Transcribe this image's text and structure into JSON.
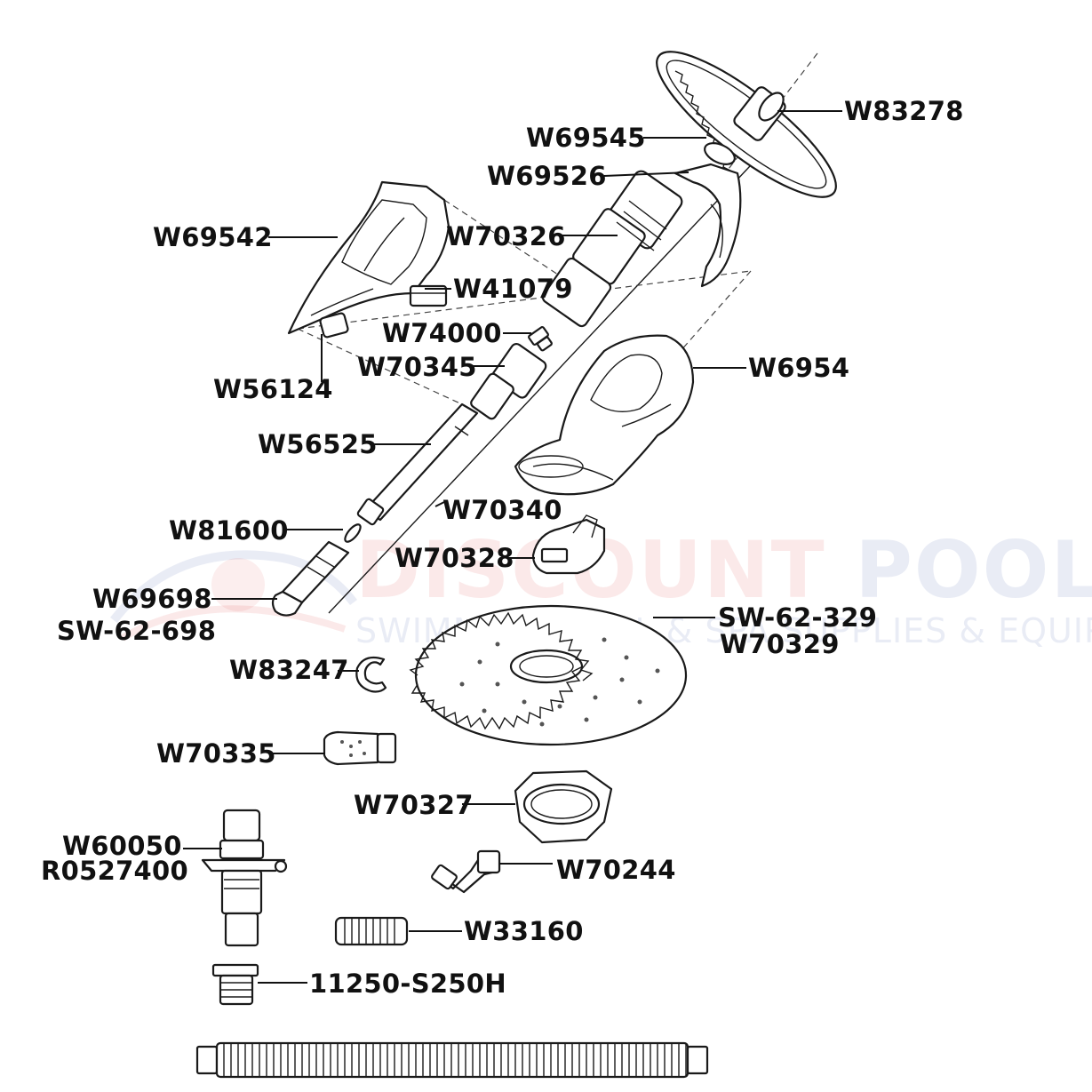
{
  "watermark": {
    "word_red": "DISCOUNT",
    "word_blue": "POOL MART",
    "tagline": "SWIMMING POOL & SPA SUPPLIES & EQUIPMENT"
  },
  "labels": {
    "W83278": "W83278",
    "W69545": "W69545",
    "W69526": "W69526",
    "W69542": "W69542",
    "W70326": "W70326",
    "W41079": "W41079",
    "W74000": "W74000",
    "W70345": "W70345",
    "W6954": "W6954",
    "W56124": "W56124",
    "W56525": "W56525",
    "W70340": "W70340",
    "W81600": "W81600",
    "W70328": "W70328",
    "W69698": "W69698",
    "SW62698": "SW-62-698",
    "SW62329": "SW-62-329",
    "W70329": "W70329",
    "W83247": "W83247",
    "W70335": "W70335",
    "W70327": "W70327",
    "W60050": "W60050",
    "R0527400": "R0527400",
    "W70244": "W70244",
    "W33160": "W33160",
    "S250H": "11250-S250H"
  }
}
